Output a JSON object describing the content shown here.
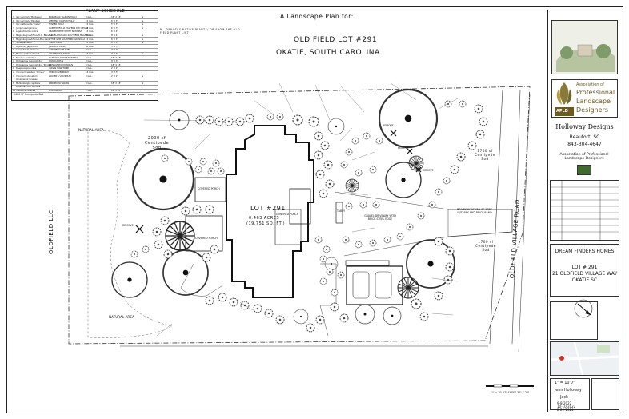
{
  "header": {
    "line1": "A Landscape Plan for:",
    "line2": "OLD FIELD  LOT #291",
    "line3": "OKATIE, SOUTH CAROLINA"
  },
  "native_note": "N - DENOTES NATIVE PLANTS/ OR FROM THE OLD FIELD PLANT LIST",
  "schedule": {
    "title": "PLANT SCHEDULE",
    "rows": [
      [
        "3",
        "Ilex vomitoria 'Bordeaux'",
        "BORDEAUX YAUPON HOLLY",
        "3 GAL.",
        "18\" X 18\"",
        "N"
      ],
      [
        "1",
        "Ilex vomitoria 'Pendula'",
        "WEEPING YAUPON HOLLY",
        "15 GAL.",
        "6' X 3'",
        "N"
      ],
      [
        "3",
        "Ilex x attenuata 'Foster'",
        "FOSTER HOLLY",
        "15 GAL.",
        "5' X 3'",
        "N"
      ],
      [
        "3",
        "Juniperus virginiana",
        "CUPRESSIFOLIA EASTERN RED CEDAR",
        "15 GAL.",
        "6' X 3'",
        "N"
      ],
      [
        "1",
        "Lagerstroemia indica",
        "CRAPEMYRTLE WHITE NATCHEZ",
        "15 GAL.",
        "6' X 4'",
        ""
      ],
      [
        "2",
        "Magnolia grandiflora 'D.D. Blanchard'",
        "D.D. BLANCHARD SOUTHERN MAGNOLIA",
        "30 GAL.",
        "8' X 4'",
        "N"
      ],
      [
        "1",
        "Magnolia grandiflora 'Little Gem'",
        "LITTLE GEM SOUTHERN MAGNOLIA",
        "15 GAL.",
        "6' X 3'",
        "N"
      ],
      [
        "3",
        "Sabal palmetto",
        "SABAL PALM",
        "15 GAL.",
        "8' X 4'",
        "N"
      ],
      [
        "3",
        "Ligustrum japonicum",
        "JAPANESE PRIVET",
        "30 GAL.",
        "5' X 5'",
        ""
      ],
      [
        "3",
        "Loropetalum chinense",
        "LOROPETALUM RUBY",
        "3 GAL.",
        "2' X 2'",
        ""
      ],
      [
        "6",
        "Myrica cerifera 'Dwarf'",
        "WAX MYRTLE DWARF",
        "15 GAL.",
        "3' X 3'",
        "N"
      ],
      [
        "6",
        "Nandina domestica",
        "HARBOUR DWARF NANDINA",
        "3 GAL.",
        "18\" X 18\"",
        ""
      ],
      [
        "4",
        "Podocarpus macrophyllus",
        "PODOCARPUS",
        "3 GAL.",
        "3' X 3'",
        ""
      ],
      [
        "3",
        "Podocarpus macrophyllus 'Pringle'",
        "PRINGLE PODOCARPUS",
        "3 GAL.",
        "18\" X 18\"",
        ""
      ],
      [
        "1",
        "Rhaphiolepis indica",
        "INDIAN HAWTHORN",
        "3 GAL.",
        "2' X 2'",
        ""
      ],
      [
        "2",
        "Viburnum awabuki 'Chindo'",
        "CHINDO VIBURNUM",
        "15 GAL.",
        "4' X 3'",
        ""
      ],
      [
        "7",
        "Viburnum obovatum",
        "WALTER'S VIBURNUM",
        "3 GAL.",
        "2' X 2'",
        "N"
      ],
      [
        "",
        "Ornamental Grasses",
        "",
        "",
        "",
        ""
      ],
      [
        "8",
        "Muhlenbergia capillaris",
        "PINK MUHLY GRASS",
        "3 GAL.",
        "18\" X 18\"",
        "N"
      ],
      [
        "",
        "Perennials and Annuals",
        "",
        "",
        "",
        ""
      ],
      [
        "15",
        "Tulbaghia violacea",
        "AFRICAN IRIS",
        "1 GAL.",
        "12\" X 12\"",
        ""
      ]
    ],
    "sod": "9400 SF Centipede Sod"
  },
  "plan": {
    "lot_label": "LOT #291",
    "acres": "0.463 ACRES",
    "sqft": "(19,751 SQ. FT.)",
    "covered_porch": "COVERED PORCH",
    "lowered_porch": "LOWERED PORCH",
    "gravel_driveway": "GRAVEL DRIVEWAY WITH BRICK STEEL EDGE",
    "driveway_apron": "DRIVEWAY APRON OF GREY W/TABBY AND BRICK BAND",
    "oldfield_road": "OLDFIELD VILLAGE ROAD",
    "oldfield_llc": "OLDFIELD LLC",
    "natural_area": "NATURAL AREA",
    "sod_labels": [
      "2000 sf Centipede Sod",
      "1700 sf Centipede Sod",
      "1700 sf Centipede Sod"
    ],
    "remove": [
      "REMOVE",
      "REMOVE",
      "REMOVE",
      "REMOVE"
    ],
    "tabby": "TABBY",
    "scale": "1\" = 10'   17\" SHEET  36\" X 24\""
  },
  "title_block": {
    "company": "Holloway Designs",
    "city": "Beaufort, SC",
    "phone": "843-304-4647",
    "assoc": "Association of Professional Landscape Designers",
    "assoc_logo_1": "Association of",
    "assoc_logo_2": "Professional",
    "assoc_logo_3": "Landscape",
    "assoc_logo_4": "Designers",
    "apld": "APLD",
    "client": "DREAM FINDERS HOMES",
    "lot": "LOT # 291",
    "address": "21 OLDFIELD VILLAGE WAY",
    "city2": "OKATIE SC",
    "scale": "1\" = 10'0\"",
    "designer": "Jenn Holloway",
    "drawn": "Jack",
    "dates": [
      "9-8-2022",
      "10-10-2022",
      "2-29-2024"
    ]
  },
  "colors": {
    "line": "#222222",
    "tree": "#333333",
    "paper": "#ffffff"
  }
}
